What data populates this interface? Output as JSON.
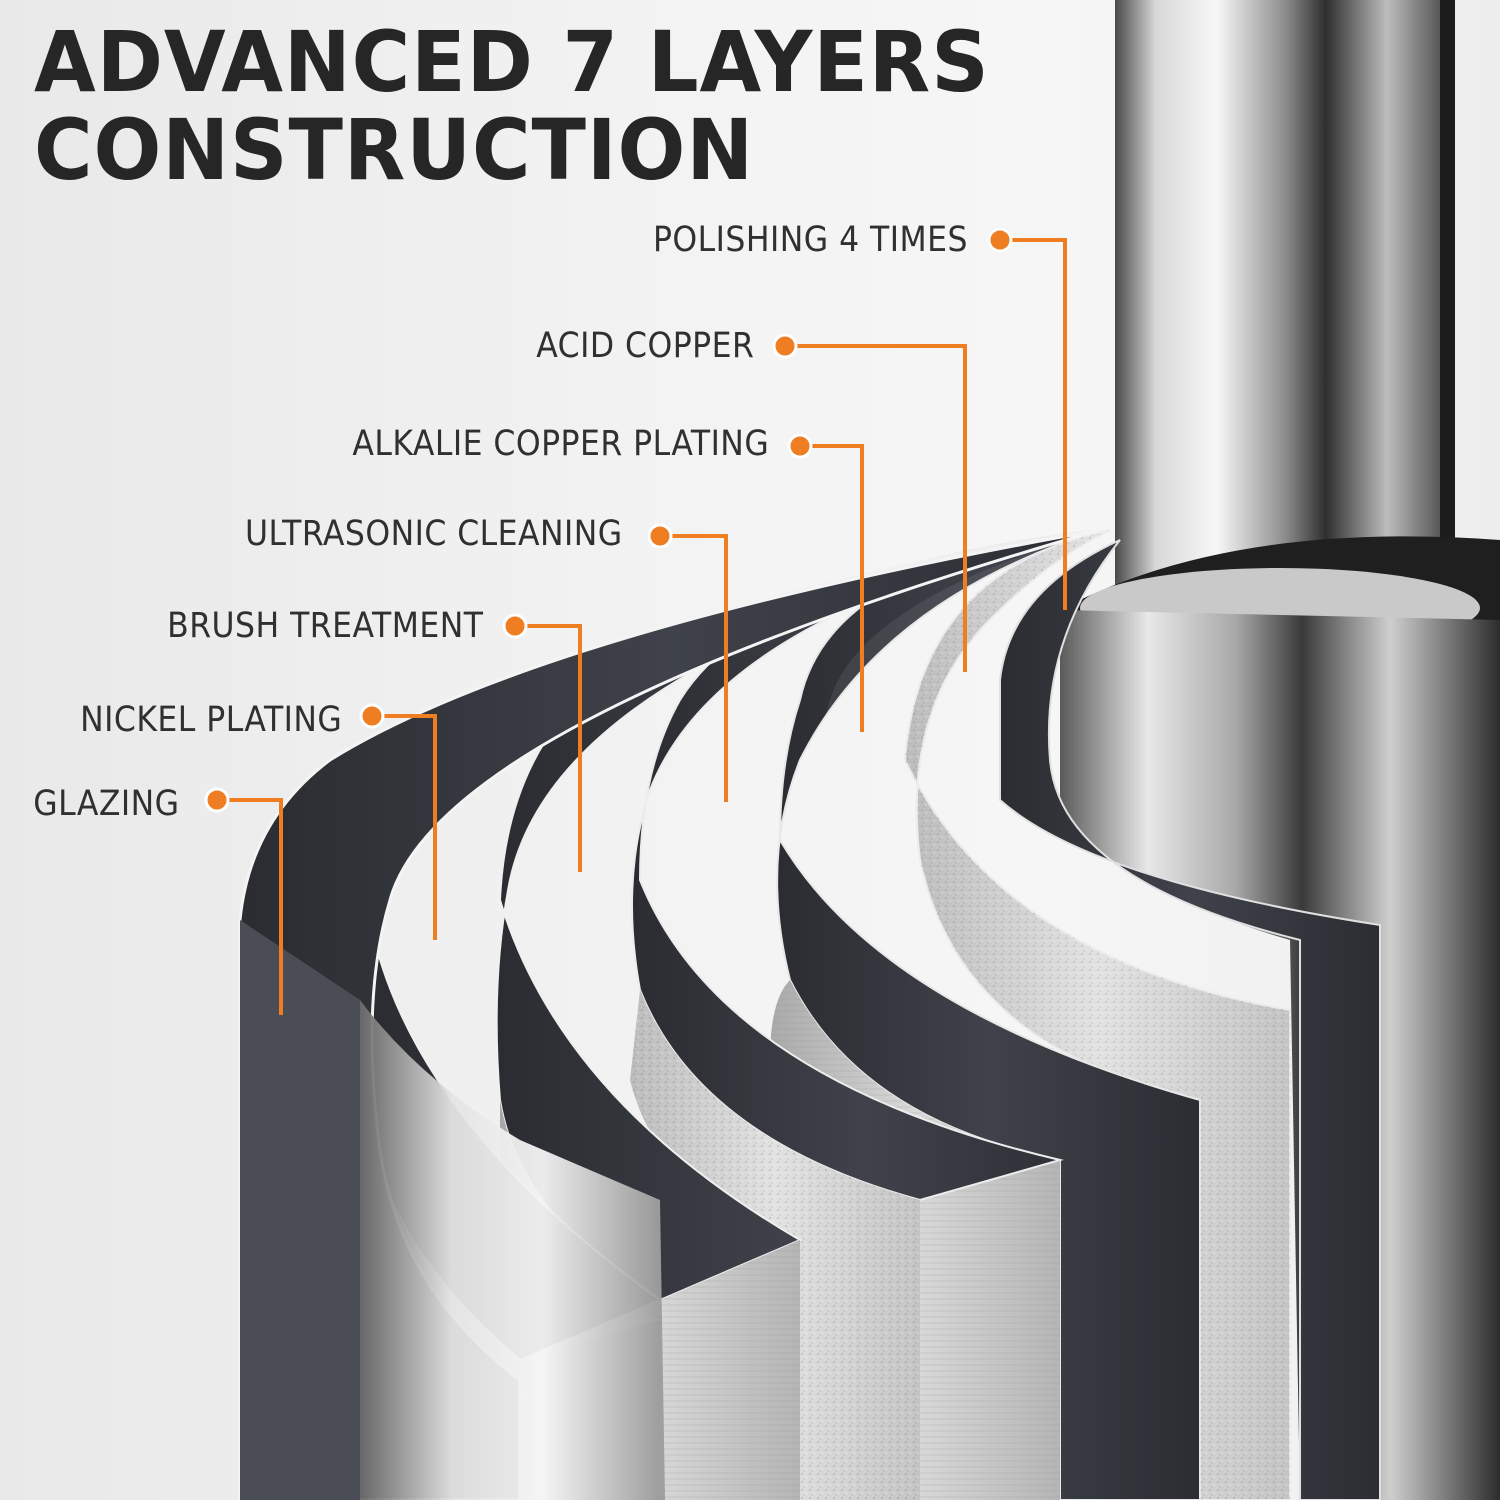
{
  "title": {
    "line1": "ADVANCED 7 LAYERS",
    "line2": "CONSTRUCTION"
  },
  "callouts": [
    "POLISHING 4 TIMES",
    "ACID COPPER",
    "ALKALIE COPPER PLATING",
    "ULTRASONIC CLEANING",
    "BRUSH TREATMENT",
    "NICKEL PLATING",
    "GLAZING"
  ],
  "colors": {
    "accent": "#ef7d22",
    "title": "#262626",
    "label": "#303030",
    "dark_layer": "#3a3d44",
    "brushed_layer": "#c9c9c9"
  }
}
